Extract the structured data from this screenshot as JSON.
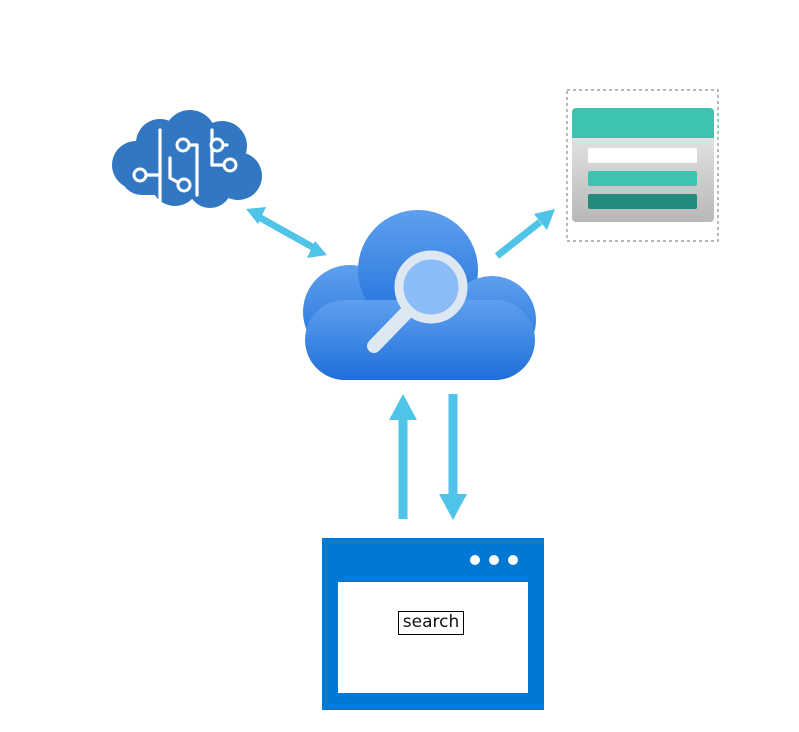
{
  "diagram": {
    "title": "",
    "nodes": [
      {
        "id": "ai-enrichment",
        "icon": "brain-circuit-icon"
      },
      {
        "id": "search-service",
        "icon": "cloud-search-icon"
      },
      {
        "id": "index",
        "icon": "index-table-icon"
      },
      {
        "id": "client-app",
        "icon": "browser-window-icon"
      }
    ],
    "edges": [
      {
        "from": "ai-enrichment",
        "to": "search-service",
        "direction": "bidirectional"
      },
      {
        "from": "search-service",
        "to": "index",
        "direction": "one-way"
      },
      {
        "from": "client-app",
        "to": "search-service",
        "direction": "one-way"
      },
      {
        "from": "search-service",
        "to": "client-app",
        "direction": "one-way"
      }
    ],
    "client_app": {
      "search_text": "search"
    }
  },
  "colors": {
    "arrow": "#4fc3e8",
    "brain": "#3277c2",
    "cloud_light": "#5ea0ef",
    "cloud_dark": "#1f6fd9",
    "lens": "#8cbcf7",
    "index_header": "#3cc4b0",
    "index_body": "#d6d6d6",
    "index_row_dark": "#238a7c",
    "browser": "#0078d4"
  }
}
